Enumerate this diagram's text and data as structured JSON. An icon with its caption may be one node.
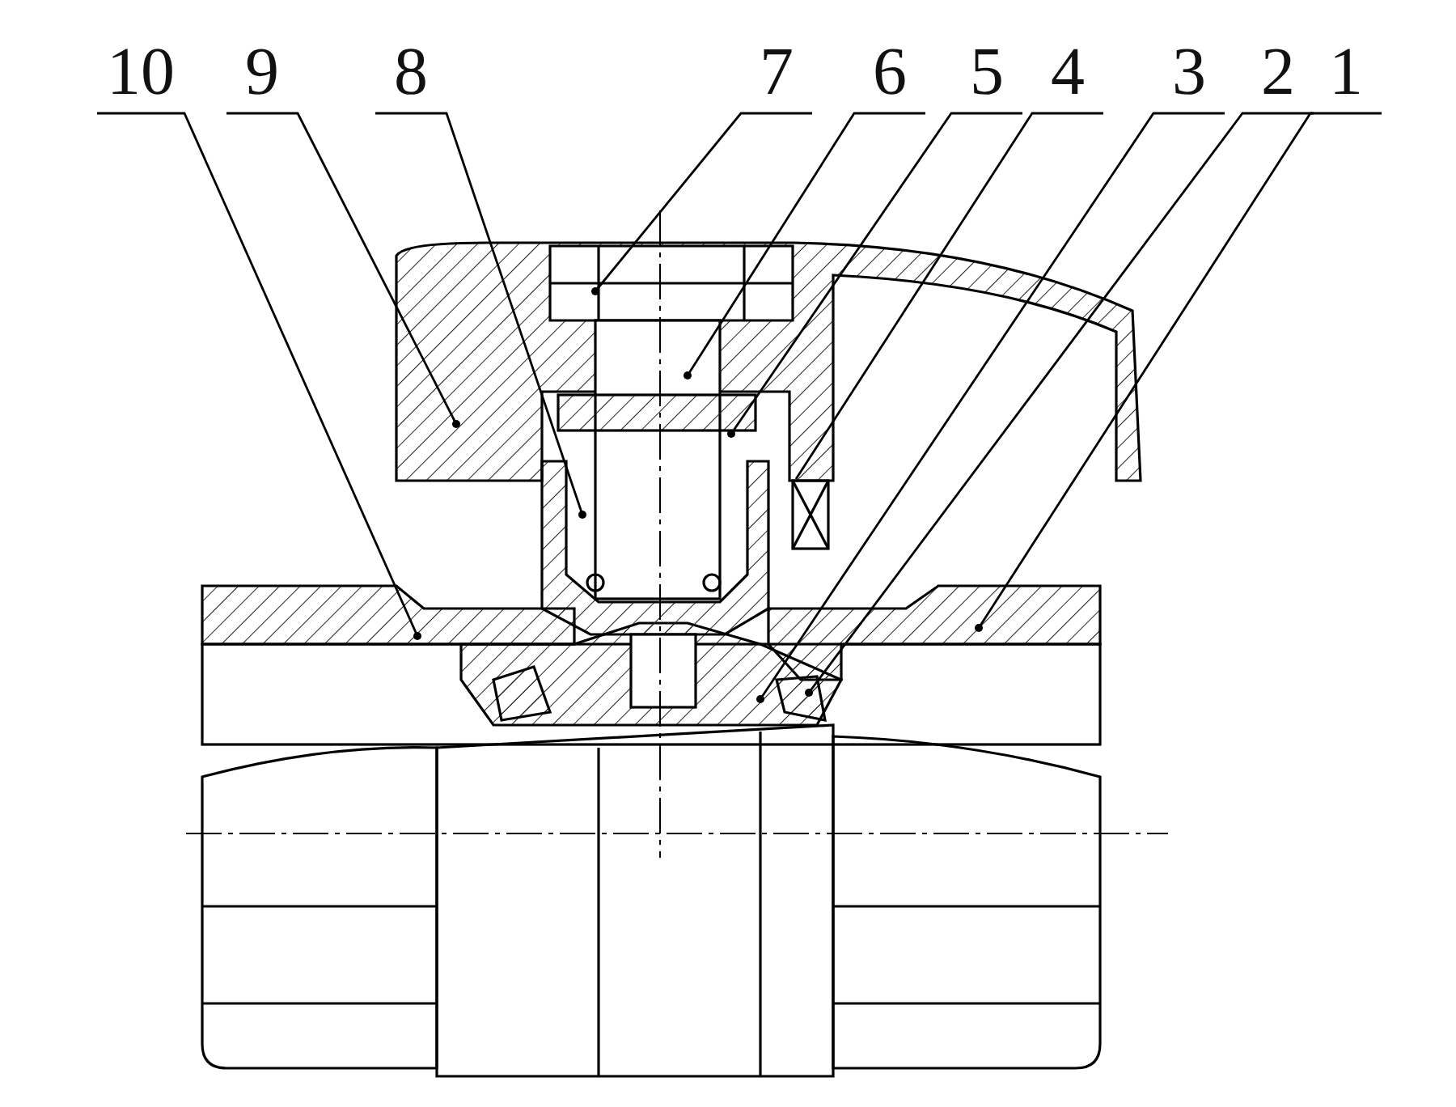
{
  "diagram": {
    "nodes": [
      {
        "text": [
          "10"
        ]
      },
      {
        "text": [
          "9"
        ]
      },
      {
        "text": [
          "8"
        ]
      },
      {
        "text": [
          "7"
        ]
      },
      {
        "text": [
          "6"
        ]
      },
      {
        "text": [
          "5"
        ]
      },
      {
        "text": [
          "4"
        ]
      },
      {
        "text": [
          "3"
        ]
      },
      {
        "text": [
          "2"
        ]
      },
      {
        "text": [
          "1"
        ]
      }
    ],
    "edges": [
      {
        "from": 0,
        "to": null,
        "arrow": "other"
      },
      {
        "from": 1,
        "to": null,
        "arrow": "other"
      },
      {
        "from": 2,
        "to": null,
        "arrow": "other"
      },
      {
        "from": 3,
        "to": null,
        "arrow": "other"
      },
      {
        "from": 4,
        "to": null,
        "arrow": "other"
      },
      {
        "from": 5,
        "to": null,
        "arrow": "other"
      },
      {
        "from": 6,
        "to": null,
        "arrow": "none"
      },
      {
        "from": 7,
        "to": null,
        "arrow": "other"
      },
      {
        "from": 8,
        "to": null,
        "arrow": "other"
      },
      {
        "from": 9,
        "to": null,
        "arrow": "other"
      }
    ]
  }
}
